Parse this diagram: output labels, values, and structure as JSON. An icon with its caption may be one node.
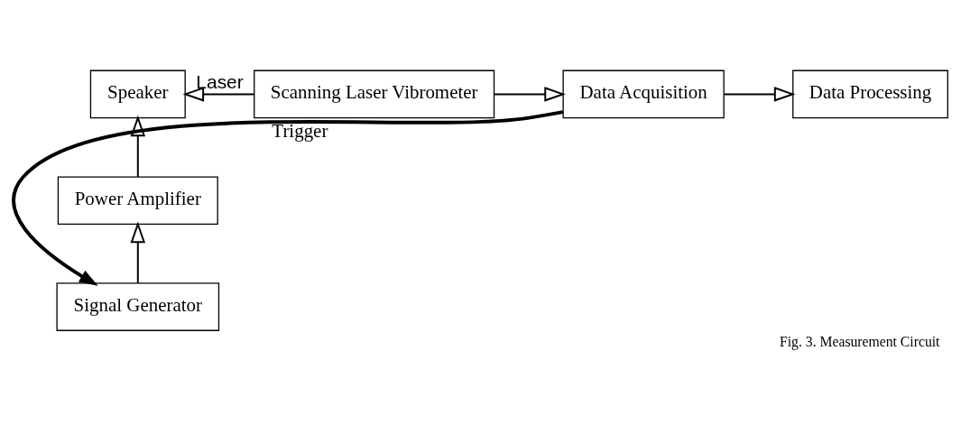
{
  "diagram": {
    "caption": "Fig. 3. Measurement Circuit",
    "nodes": [
      {
        "text": [
          "Speaker"
        ]
      },
      {
        "text": [
          "Scanning Laser Vibrometer"
        ]
      },
      {
        "text": [
          "Data Acquisition"
        ]
      },
      {
        "text": [
          "Data Processing"
        ]
      },
      {
        "text": [
          "Power Amplifier"
        ]
      },
      {
        "text": [
          "Signal Generator"
        ]
      }
    ],
    "edges": [
      {
        "from": 1,
        "to": 0,
        "arrow": "to",
        "label": "Laser"
      },
      {
        "from": 1,
        "to": 2,
        "arrow": "to"
      },
      {
        "from": 2,
        "to": 3,
        "arrow": "to"
      },
      {
        "from": 4,
        "to": 0,
        "arrow": "to"
      },
      {
        "from": 5,
        "to": 4,
        "arrow": "to"
      },
      {
        "from": 2,
        "to": 5,
        "arrow": "to",
        "label": "Trigger",
        "style": "thick"
      }
    ]
  }
}
